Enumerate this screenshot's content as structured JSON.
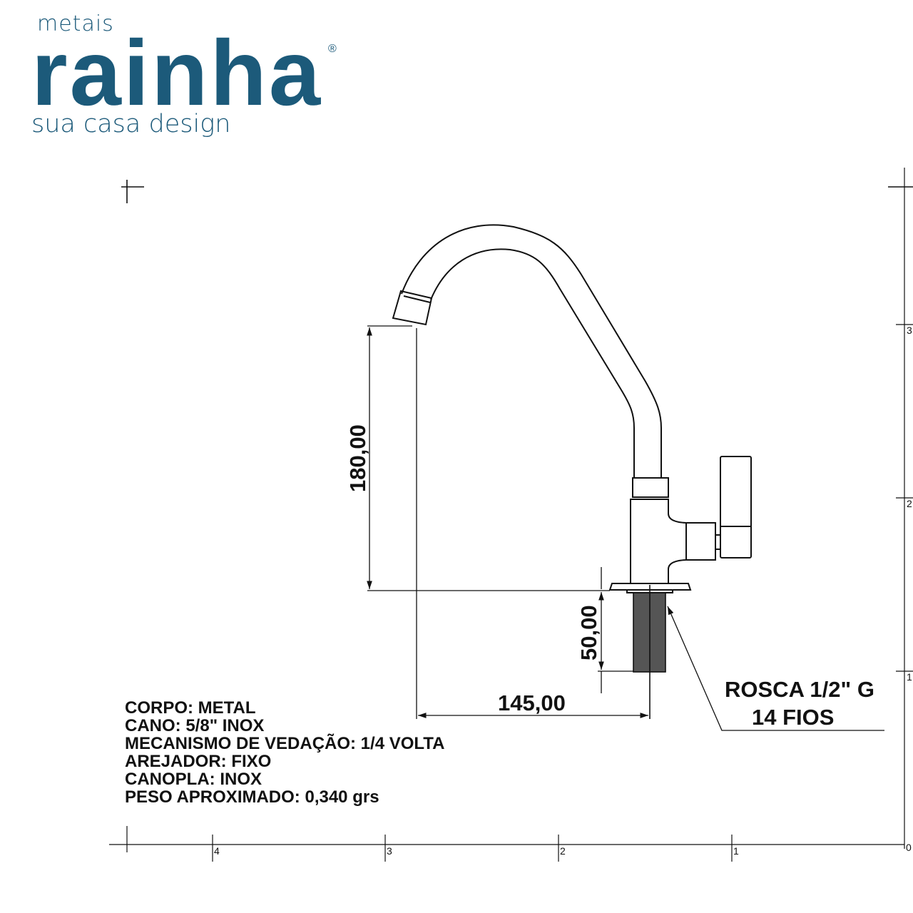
{
  "logo": {
    "top": "metais",
    "brand": "rainha",
    "registered": "®",
    "tagline": "sua casa design",
    "color": "#1c5a7a"
  },
  "dimensions": {
    "height": "180,00",
    "thread_length": "50,00",
    "reach": "145,00"
  },
  "thread_note": {
    "line1": "ROSCA 1/2\" G",
    "line2": "14 FIOS"
  },
  "specs": [
    "CORPO: METAL",
    "CANO: 5/8\" INOX",
    "MECANISMO DE VEDAÇÃO: 1/4 VOLTA",
    "AREJADOR: FIXO",
    "CANOPLA: INOX",
    "PESO APROXIMADO: 0,340 grs"
  ],
  "ruler_bottom": [
    "4",
    "3",
    "2",
    "1"
  ],
  "ruler_right": [
    "3",
    "2",
    "1"
  ],
  "ruler_origin": "0"
}
